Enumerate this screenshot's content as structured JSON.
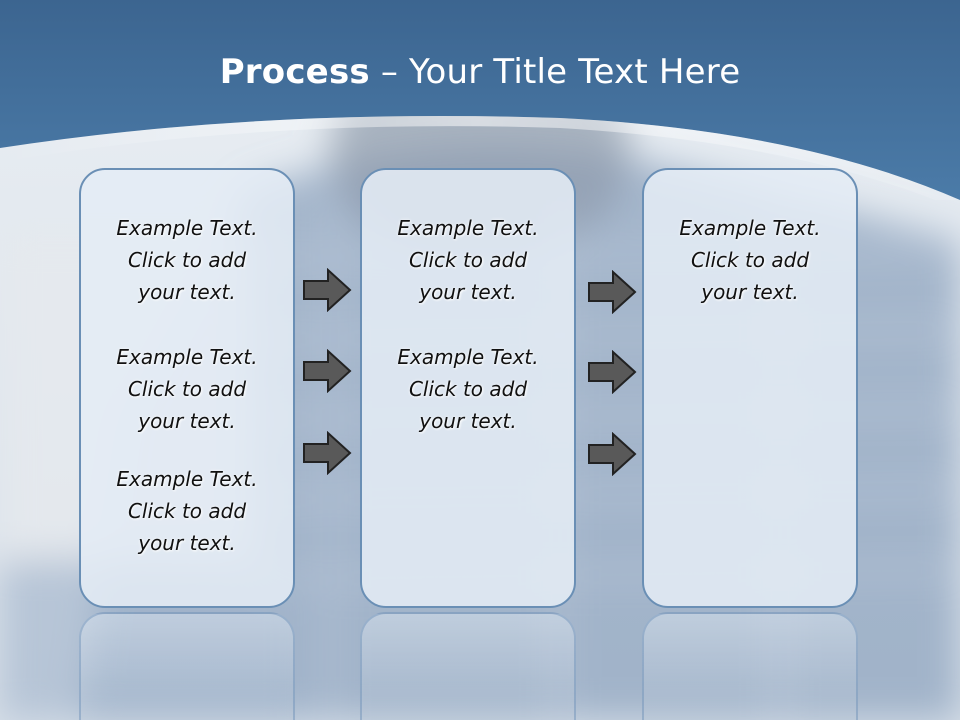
{
  "slide": {
    "title_bold": "Process",
    "title_rest": " – Your Title Text Here"
  },
  "columns": [
    {
      "blocks": [
        {
          "line1": "Example Text.",
          "line2": "Click  to add",
          "line3": "your text."
        },
        {
          "line1": "Example Text.",
          "line2": "Click  to add",
          "line3": "your text."
        },
        {
          "line1": "Example Text.",
          "line2": "Click  to add",
          "line3": "your text."
        }
      ]
    },
    {
      "blocks": [
        {
          "line1": "Example Text.",
          "line2": "Click  to add",
          "line3": "your text."
        },
        {
          "line1": "Example Text.",
          "line2": "Click  to add",
          "line3": "your text."
        }
      ]
    },
    {
      "blocks": [
        {
          "line1": "Example Text.",
          "line2": "Click  to add",
          "line3": "your text."
        }
      ]
    }
  ],
  "colors": {
    "header_blue": "#3f6c98",
    "panel_border": "#6a8fb5",
    "arrow_fill": "#595959"
  },
  "icons": [
    "arrow-right-icon"
  ]
}
